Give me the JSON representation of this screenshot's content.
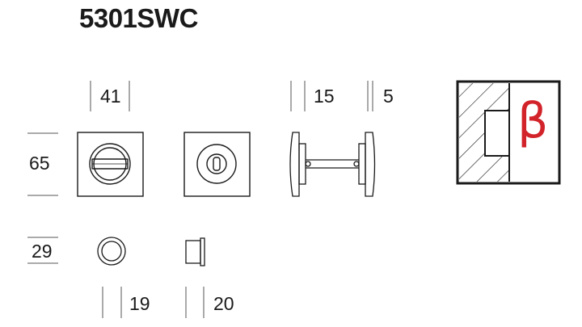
{
  "product": {
    "code": "5301SWC"
  },
  "dimensions": {
    "rose_width": "41",
    "rose_height": "65",
    "spindle_rose_depth": "15",
    "turn_depth": "5",
    "escutcheon_height": "29",
    "escutcheon_diameter": "19",
    "escutcheon_depth": "20"
  },
  "badge": {
    "symbol": "β",
    "symbol_color": "#d2232a"
  },
  "colors": {
    "line": "#1a1a1a",
    "dim_line": "#555555"
  }
}
